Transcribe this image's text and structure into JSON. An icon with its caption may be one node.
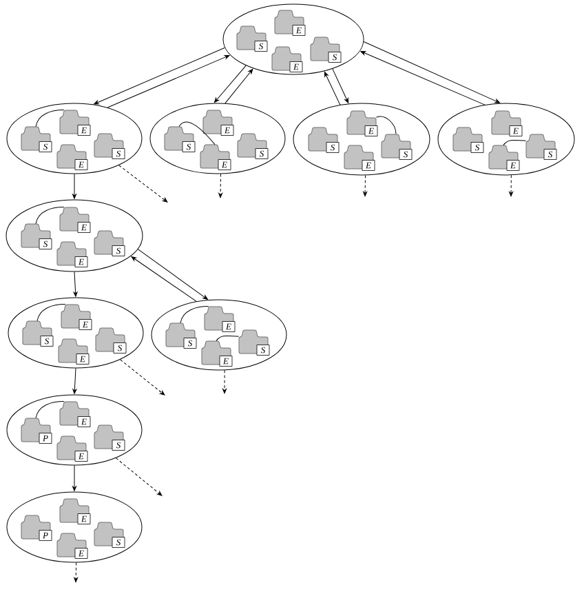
{
  "diagram": {
    "nodes": [
      {
        "text": [],
        "shape": "ellipse"
      },
      {
        "text": [
          "E"
        ],
        "in": 0
      },
      {
        "text": [
          "S"
        ],
        "in": 0
      },
      {
        "text": [
          "S"
        ],
        "in": 0
      },
      {
        "text": [
          "E"
        ],
        "in": 0
      },
      {
        "text": [],
        "shape": "ellipse"
      },
      {
        "text": [
          "E"
        ],
        "in": 5
      },
      {
        "text": [
          "S"
        ],
        "in": 5
      },
      {
        "text": [
          "S"
        ],
        "in": 5
      },
      {
        "text": [
          "E"
        ],
        "in": 5
      },
      {
        "text": [],
        "shape": "ellipse"
      },
      {
        "text": [
          "E"
        ],
        "in": 10
      },
      {
        "text": [
          "S"
        ],
        "in": 10
      },
      {
        "text": [
          "S"
        ],
        "in": 10
      },
      {
        "text": [
          "E"
        ],
        "in": 10
      },
      {
        "text": [],
        "shape": "ellipse"
      },
      {
        "text": [
          "E"
        ],
        "in": 15
      },
      {
        "text": [
          "S"
        ],
        "in": 15
      },
      {
        "text": [
          "S"
        ],
        "in": 15
      },
      {
        "text": [
          "E"
        ],
        "in": 15
      },
      {
        "text": [],
        "shape": "ellipse"
      },
      {
        "text": [
          "E"
        ],
        "in": 20
      },
      {
        "text": [
          "S"
        ],
        "in": 20
      },
      {
        "text": [
          "S"
        ],
        "in": 20
      },
      {
        "text": [
          "E"
        ],
        "in": 20
      },
      {
        "text": [],
        "shape": "ellipse"
      },
      {
        "text": [
          "E"
        ],
        "in": 25
      },
      {
        "text": [
          "S"
        ],
        "in": 25
      },
      {
        "text": [
          "S"
        ],
        "in": 25
      },
      {
        "text": [
          "E"
        ],
        "in": 25
      },
      {
        "text": [],
        "shape": "ellipse"
      },
      {
        "text": [
          "E"
        ],
        "in": 30
      },
      {
        "text": [
          "S"
        ],
        "in": 30
      },
      {
        "text": [
          "S"
        ],
        "in": 30
      },
      {
        "text": [
          "E"
        ],
        "in": 30
      },
      {
        "text": [],
        "shape": "ellipse"
      },
      {
        "text": [
          "E"
        ],
        "in": 35
      },
      {
        "text": [
          "S"
        ],
        "in": 35
      },
      {
        "text": [
          "S"
        ],
        "in": 35
      },
      {
        "text": [
          "E"
        ],
        "in": 35
      },
      {
        "text": [],
        "shape": "ellipse"
      },
      {
        "text": [
          "E"
        ],
        "in": 40
      },
      {
        "text": [
          "P"
        ],
        "in": 40
      },
      {
        "text": [
          "S"
        ],
        "in": 40
      },
      {
        "text": [
          "E"
        ],
        "in": 40
      },
      {
        "text": [],
        "shape": "ellipse"
      },
      {
        "text": [
          "E"
        ],
        "in": 45
      },
      {
        "text": [
          "P"
        ],
        "in": 45
      },
      {
        "text": [
          "S"
        ],
        "in": 45
      },
      {
        "text": [
          "E"
        ],
        "in": 45
      }
    ],
    "edges": [
      {
        "from": 0,
        "to": 5,
        "arrow": "to"
      },
      {
        "from": 5,
        "to": 0,
        "arrow": "to"
      },
      {
        "from": 0,
        "to": 10,
        "arrow": "to"
      },
      {
        "from": 10,
        "to": 0,
        "arrow": "to"
      },
      {
        "from": 0,
        "to": 15,
        "arrow": "to"
      },
      {
        "from": 15,
        "to": 0,
        "arrow": "to"
      },
      {
        "from": 0,
        "to": 20,
        "arrow": "to"
      },
      {
        "from": 20,
        "to": 0,
        "arrow": "to"
      },
      {
        "from": 5,
        "to": 25,
        "arrow": "to"
      },
      {
        "from": 5,
        "to": null,
        "arrow": "to",
        "style": "dashed"
      },
      {
        "from": 10,
        "to": null,
        "arrow": "to",
        "style": "dashed"
      },
      {
        "from": 15,
        "to": null,
        "arrow": "to",
        "style": "dashed"
      },
      {
        "from": 20,
        "to": null,
        "arrow": "to",
        "style": "dashed"
      },
      {
        "from": 25,
        "to": 30,
        "arrow": "to"
      },
      {
        "from": 25,
        "to": 35,
        "arrow": "to"
      },
      {
        "from": 35,
        "to": 25,
        "arrow": "to"
      },
      {
        "from": 30,
        "to": 40,
        "arrow": "to"
      },
      {
        "from": 30,
        "to": null,
        "arrow": "to",
        "style": "dashed"
      },
      {
        "from": 35,
        "to": null,
        "arrow": "to",
        "style": "dashed"
      },
      {
        "from": 40,
        "to": 45,
        "arrow": "to"
      },
      {
        "from": 40,
        "to": null,
        "arrow": "to",
        "style": "dashed"
      },
      {
        "from": 45,
        "to": null,
        "arrow": "to",
        "style": "dashed"
      },
      {
        "from": 7,
        "to": 6,
        "arrow": "none"
      },
      {
        "from": 12,
        "to": 14,
        "arrow": "none"
      },
      {
        "from": 16,
        "to": 18,
        "arrow": "none"
      },
      {
        "from": 24,
        "to": 23,
        "arrow": "none"
      },
      {
        "from": 27,
        "to": 26,
        "arrow": "none"
      },
      {
        "from": 32,
        "to": 31,
        "arrow": "none"
      },
      {
        "from": 37,
        "to": 36,
        "arrow": "none"
      },
      {
        "from": 39,
        "to": 38,
        "arrow": "none"
      },
      {
        "from": 42,
        "to": 41,
        "arrow": "none"
      }
    ]
  }
}
